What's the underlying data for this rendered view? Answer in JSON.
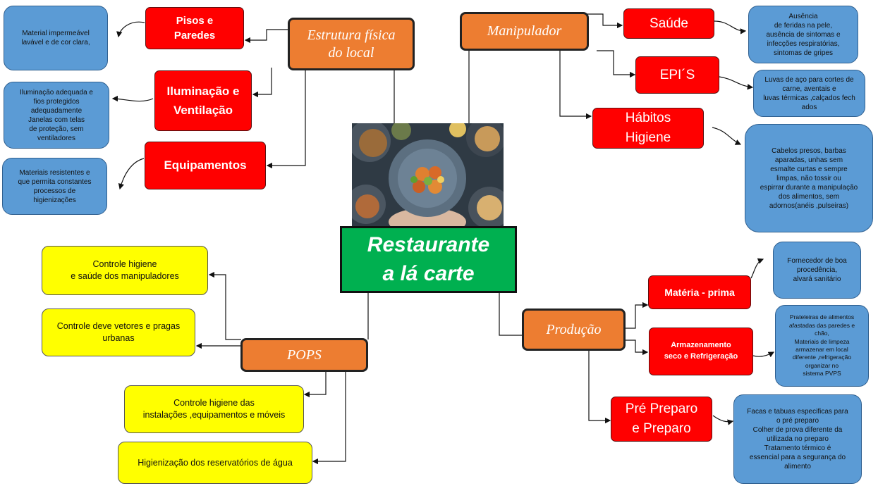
{
  "center": {
    "title": "Restaurante\na lá carte"
  },
  "branches": {
    "estrutura": {
      "label": "Estrutura física\ndo  local"
    },
    "manipulador": {
      "label": "Manipulador"
    },
    "pops": {
      "label": "POPS"
    },
    "producao": {
      "label": "Produção"
    }
  },
  "estrutura_items": [
    {
      "label": "Pisos e\nParedes",
      "detail": "Material impermeável\nlavável e de cor clara,"
    },
    {
      "label": "Iluminação e\nVentilação",
      "detail": "Iluminação adequada e\nfios protegidos\nadequadamente\nJanelas com telas\nde proteção, sem\nventiladores"
    },
    {
      "label": "Equipamentos",
      "detail": "Materiais resistentes e\nque permita constantes\nprocessos de\nhigienizações"
    }
  ],
  "manipulador_items": [
    {
      "label": "Saúde",
      "detail": "Ausência\nde feridas  na pele,\nausência de sintomas e\ninfecções respiratórias,\nsintomas de gripes"
    },
    {
      "label": "EPI´S",
      "detail": "Luvas de aço para cortes de\ncarne, aventais e\nluvas térmicas ,calçados fech\nados"
    },
    {
      "label": "Hábitos\nHigiene",
      "detail": "Cabelos presos, barbas\naparadas, unhas sem\nesmalte curtas e sempre\nlimpas, não tossir ou\nespirrar durante a manipulação\ndos alimentos, sem\nadornos(anéis ,pulseiras)"
    }
  ],
  "pops_items": [
    "Controle higiene\ne saúde dos manipuladores",
    "Controle deve vetores e  pragas\nurbanas",
    "Controle higiene  das\ninstalações ,equipamentos e móveis",
    "Higienização dos reservatórios de água"
  ],
  "producao_items": [
    {
      "label": "Matéria - prima",
      "detail": "Fornecedor de boa\nprocedência,\nalvará sanitário"
    },
    {
      "label": "Armazenamento\nseco e Refrigeração",
      "detail": "Prateleiras  de alimentos\nafastadas das paredes e\nchão,\nMateriais de limpeza\narmazenar em local\ndiferente ,refrigeração\norganizar no\nsistema PVPS"
    },
    {
      "label": "Pré Preparo\ne Preparo",
      "detail": "Facas e tabuas especificas para\no pré  preparo\nColher de prova diferente  da\nutilizada no preparo\nTratamento térmico é\nessencial para a segurança do\nalimento"
    }
  ],
  "colors": {
    "center": "#00b050",
    "branch": "#ed7d31",
    "item": "#ff0000",
    "detail": "#5b9bd5",
    "pops_item": "#ffff00"
  },
  "photo": {
    "icon": "food-bowl-photo"
  }
}
